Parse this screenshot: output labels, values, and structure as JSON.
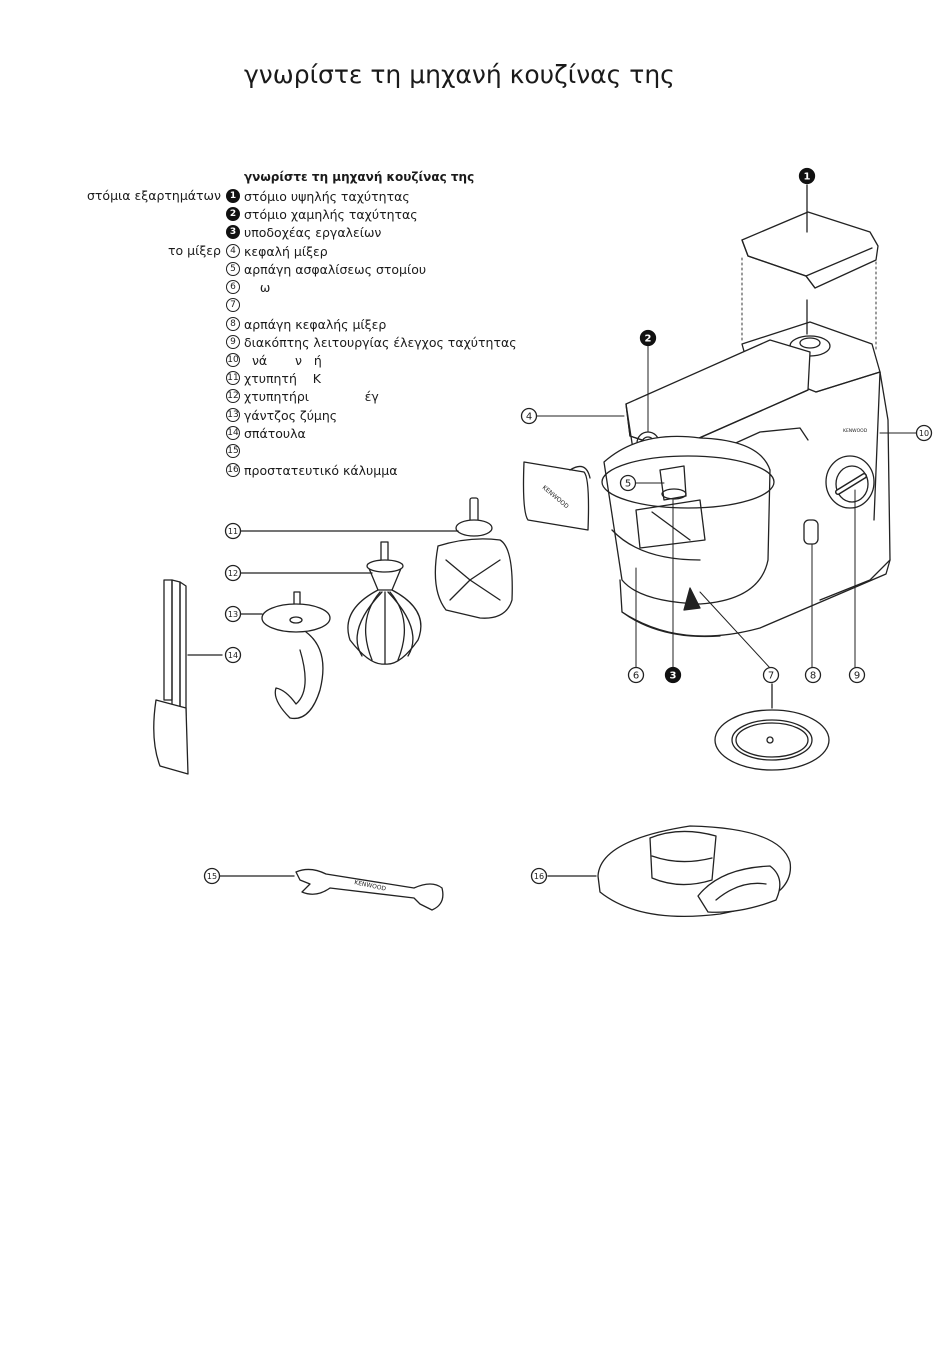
{
  "page_title": "γνωρίστε τη μηχανή κουζίνας της",
  "legend_heading": "γνωρίστε τη μηχανή κουζίνας της",
  "side_labels": {
    "outlets": "στόμια εξαρτημάτων",
    "mixer": "το μίξερ"
  },
  "legend": [
    {
      "num": "1",
      "filled": true,
      "text": "στόμιο υψηλής ταχύτητας"
    },
    {
      "num": "2",
      "filled": true,
      "text": "στόμιο χαμηλής ταχύτητας"
    },
    {
      "num": "3",
      "filled": true,
      "text": "υποδοχέας εργαλείων"
    },
    {
      "num": "4",
      "filled": false,
      "text": "κεφαλή μίξερ"
    },
    {
      "num": "5",
      "filled": false,
      "text": "αρπάγη ασφαλίσεως στομίου"
    },
    {
      "num": "6",
      "filled": false,
      "text": "    ω"
    },
    {
      "num": "7",
      "filled": false,
      "text": ""
    },
    {
      "num": "8",
      "filled": false,
      "text": "αρπάγη κεφαλής μίξερ"
    },
    {
      "num": "9",
      "filled": false,
      "text": "διακόπτης λειτουργίας έλεγχος ταχύτητας"
    },
    {
      "num": "10",
      "filled": false,
      "text": "  νά       ν   ή"
    },
    {
      "num": "11",
      "filled": false,
      "text": "χτυπητή    Κ"
    },
    {
      "num": "12",
      "filled": false,
      "text": "χτυπητήρι              έγ"
    },
    {
      "num": "13",
      "filled": false,
      "text": "γάντζος ζύμης"
    },
    {
      "num": "14",
      "filled": false,
      "text": "σπάτουλα"
    },
    {
      "num": "15",
      "filled": false,
      "text": ""
    },
    {
      "num": "16",
      "filled": false,
      "text": "προστατευτικό κάλυμμα"
    }
  ],
  "brand_text": "KENWOOD",
  "callouts": {
    "c1": "1",
    "c2": "2",
    "c3": "3",
    "c4": "4",
    "c5": "5",
    "c6": "6",
    "c7": "7",
    "c8": "8",
    "c9": "9",
    "c10": "10",
    "c11": "11",
    "c12": "12",
    "c13": "13",
    "c14": "14",
    "c15": "15",
    "c16": "16"
  }
}
